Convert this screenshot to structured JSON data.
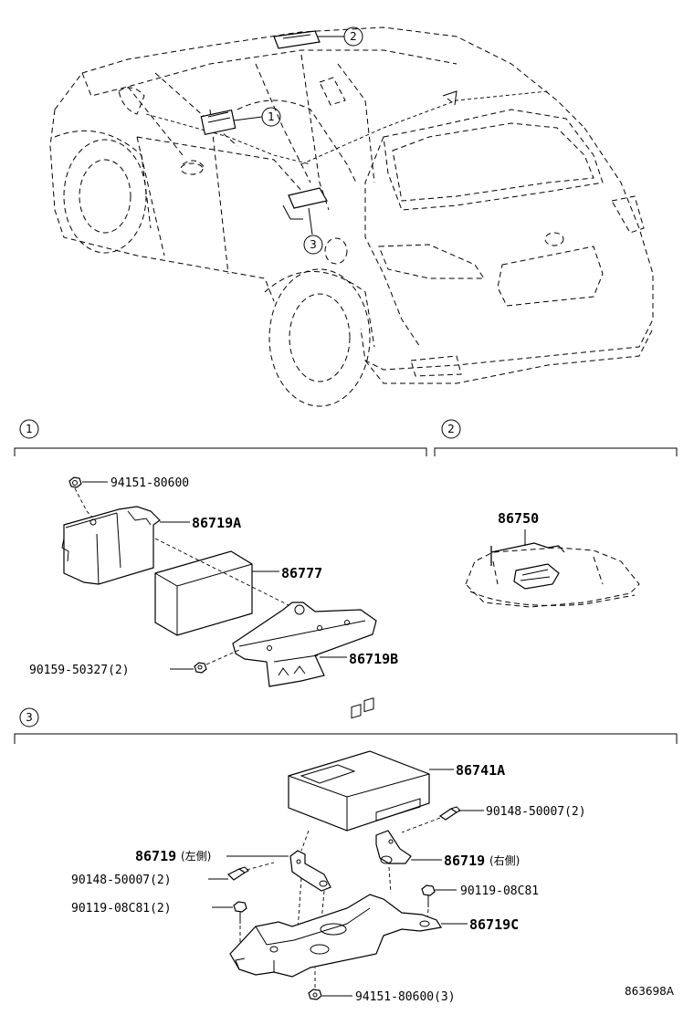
{
  "callouts": {
    "c1": "1",
    "c2": "2",
    "c3": "3"
  },
  "section1": {
    "label": "1",
    "parts": {
      "p94151_80600": "94151-80600",
      "p86719A": "86719A",
      "p86777": "86777",
      "p90159_50327": "90159-50327(2)",
      "p86719B": "86719B"
    }
  },
  "section2": {
    "label": "2",
    "parts": {
      "p86750": "86750"
    }
  },
  "section3": {
    "label": "3",
    "parts": {
      "p86741A": "86741A",
      "p90148_50007_right": "90148-50007(2)",
      "p86719_left_num": "86719",
      "p86719_left_note": "(左側)",
      "p86719_right_num": "86719",
      "p86719_right_note": "(右側)",
      "p90148_50007_left": "90148-50007(2)",
      "p90119_08C81_right": "90119-08C81",
      "p90119_08C81_left": "90119-08C81(2)",
      "p86719C": "86719C",
      "p94151_80600_3": "94151-80600(3)"
    }
  },
  "figure_id": "863698A"
}
